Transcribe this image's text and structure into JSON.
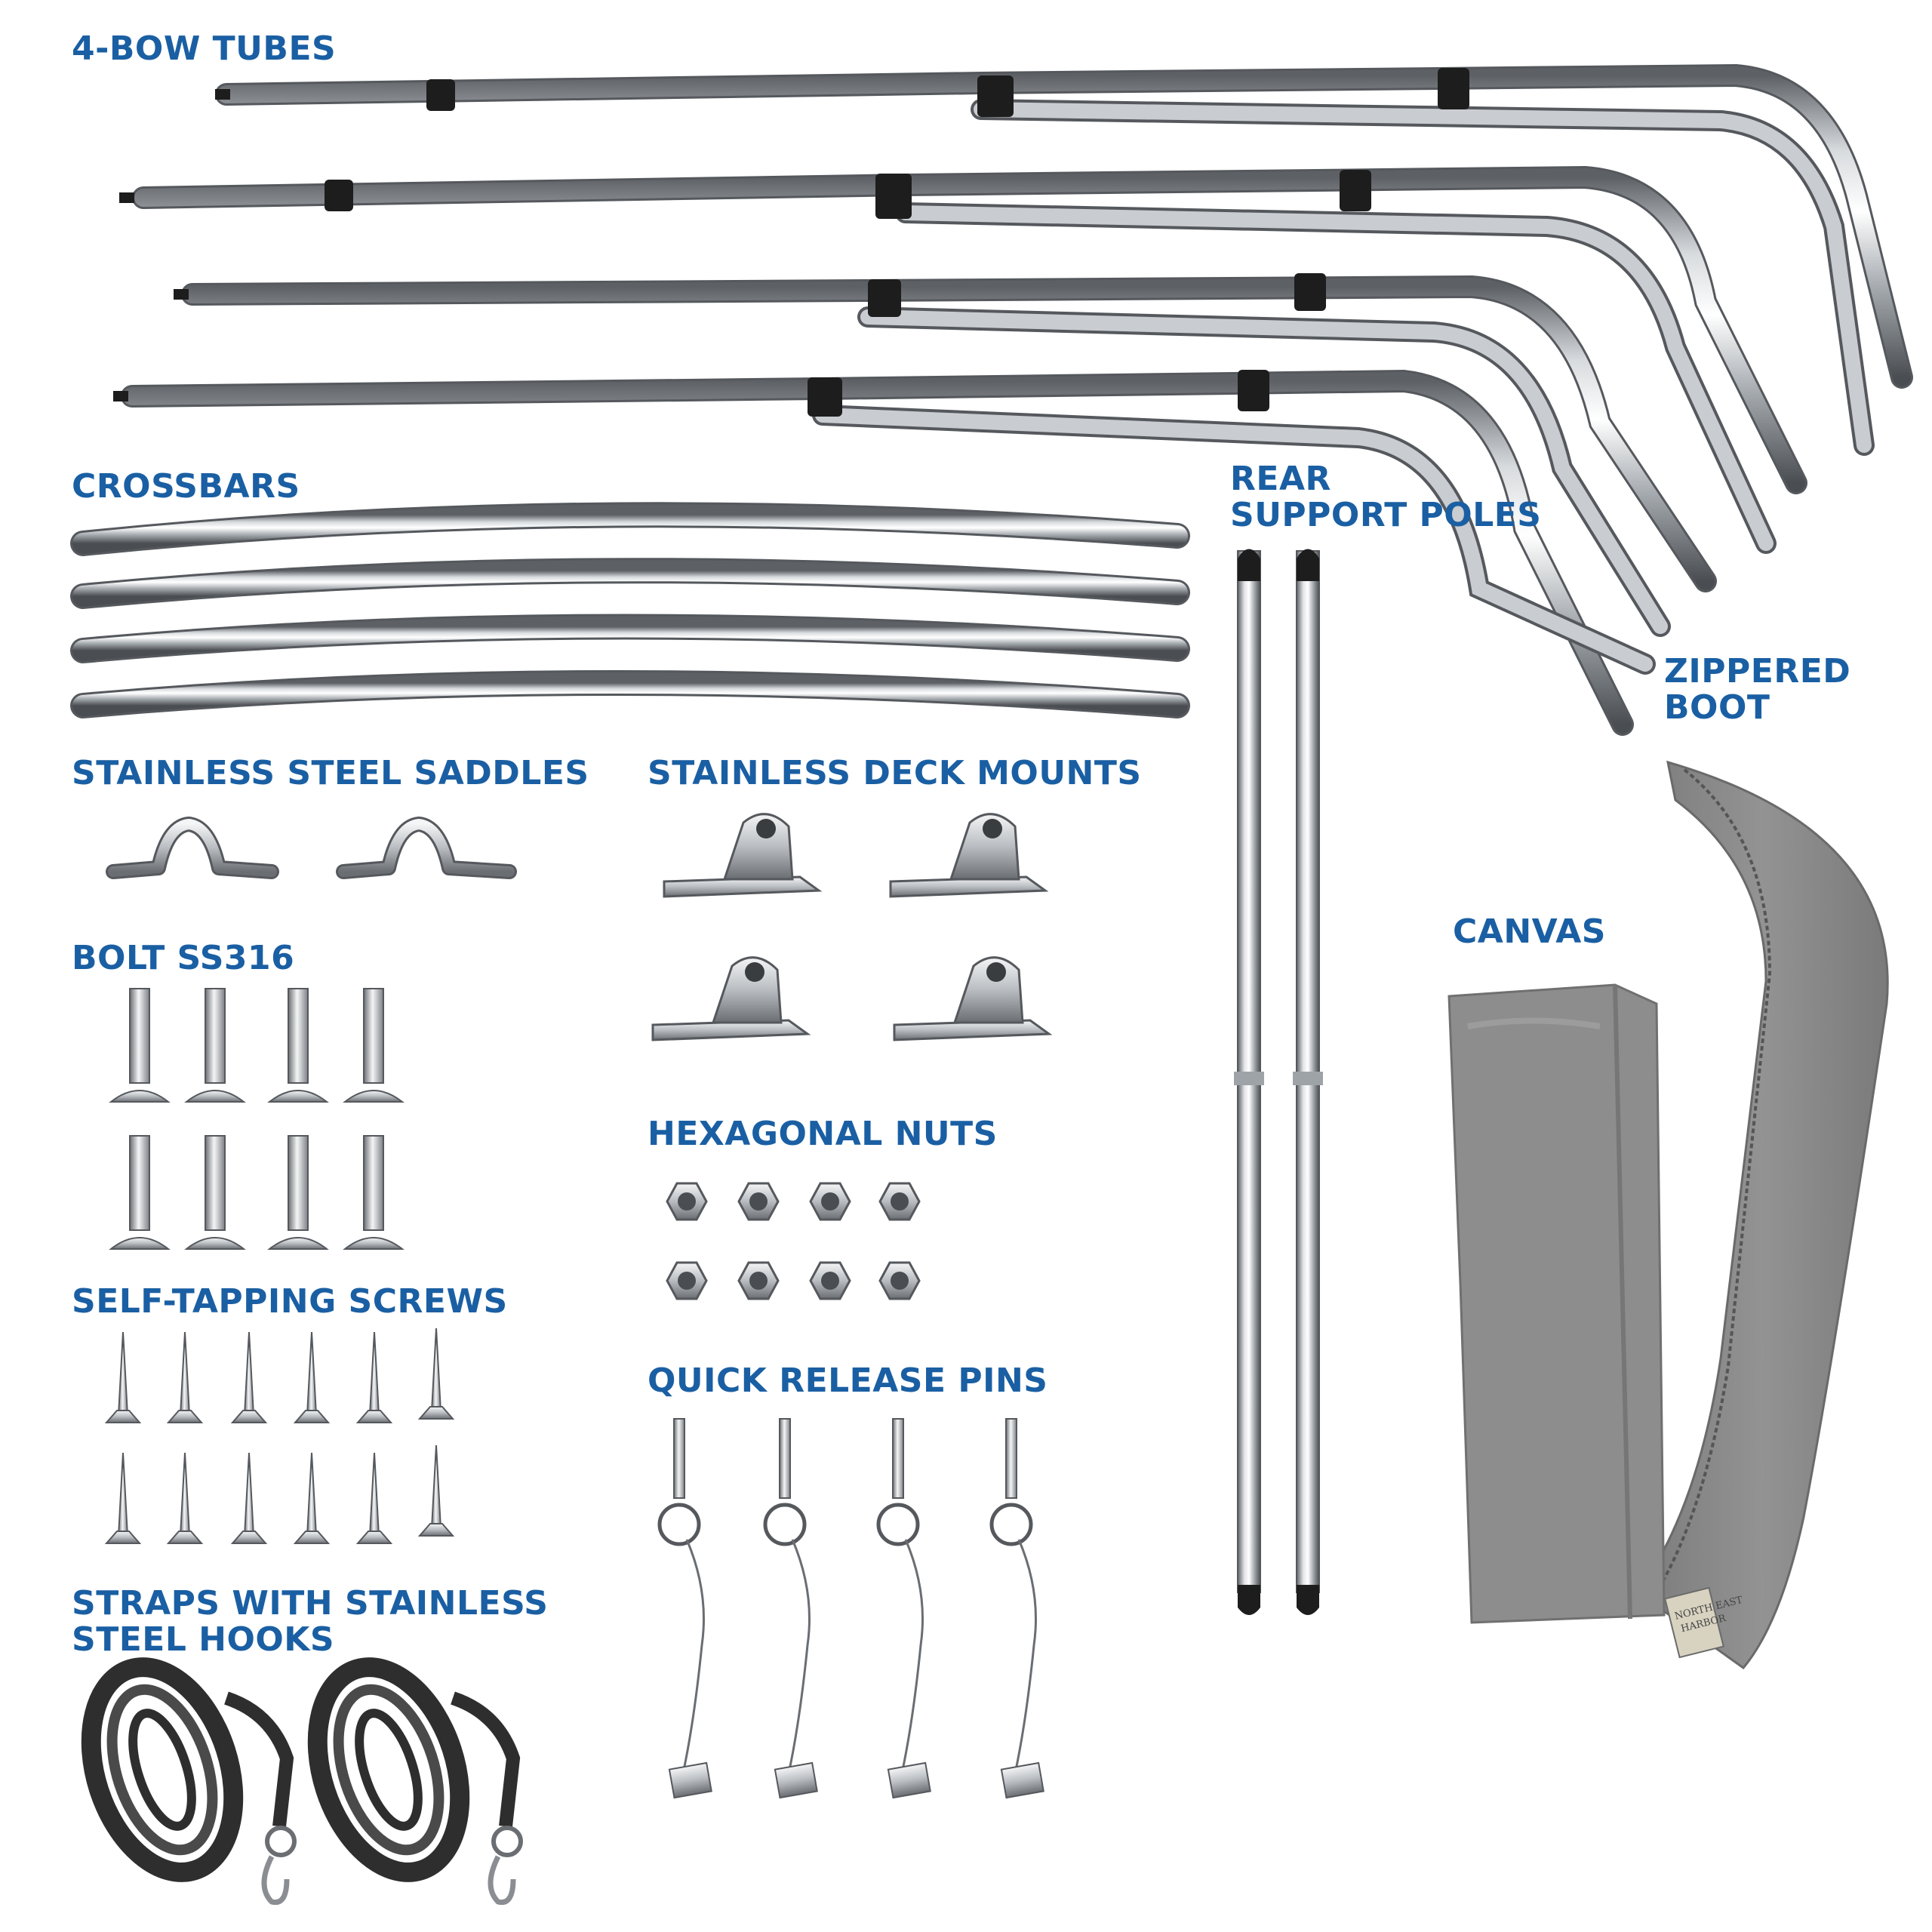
{
  "labels": {
    "bow_tubes": "4-BOW TUBES",
    "crossbars": "CROSSBARS",
    "rear_support_1": "REAR",
    "rear_support_2": "SUPPORT POLES",
    "zippered_1": "ZIPPERED",
    "zippered_2": "BOOT",
    "saddles": "STAINLESS STEEL SADDLES",
    "deck_mounts": "STAINLESS DECK MOUNTS",
    "canvas": "CANVAS",
    "bolt": "BOLT SS316",
    "hex_nuts": "HEXAGONAL NUTS",
    "self_tapping": "SELF-TAPPING SCREWS",
    "quick_release": "QUICK RELEASE PINS",
    "straps_1": "STRAPS WITH STAINLESS",
    "straps_2": "STEEL HOOKS"
  },
  "boot_brand": {
    "line1": "NORTH EAST",
    "line2": "HARBOR"
  },
  "colors": {
    "label_blue": "#1a5fa3",
    "steel_dark": "#6e7378",
    "steel_light": "#eef0f2",
    "canvas_gray": "#8a8a8a",
    "strap_dark": "#2e2e2e"
  },
  "icons": {
    "bow_tube": "bow-tube-icon",
    "crossbar": "crossbar-icon",
    "support_pole": "support-pole-icon",
    "saddle": "saddle-icon",
    "deck_mount": "deck-mount-icon",
    "bolt": "bolt-icon",
    "nut": "hex-nut-icon",
    "screw": "screw-icon",
    "pin": "quick-release-pin-icon",
    "strap": "strap-icon",
    "canvas": "folded-canvas-icon",
    "boot": "zippered-boot-icon"
  }
}
